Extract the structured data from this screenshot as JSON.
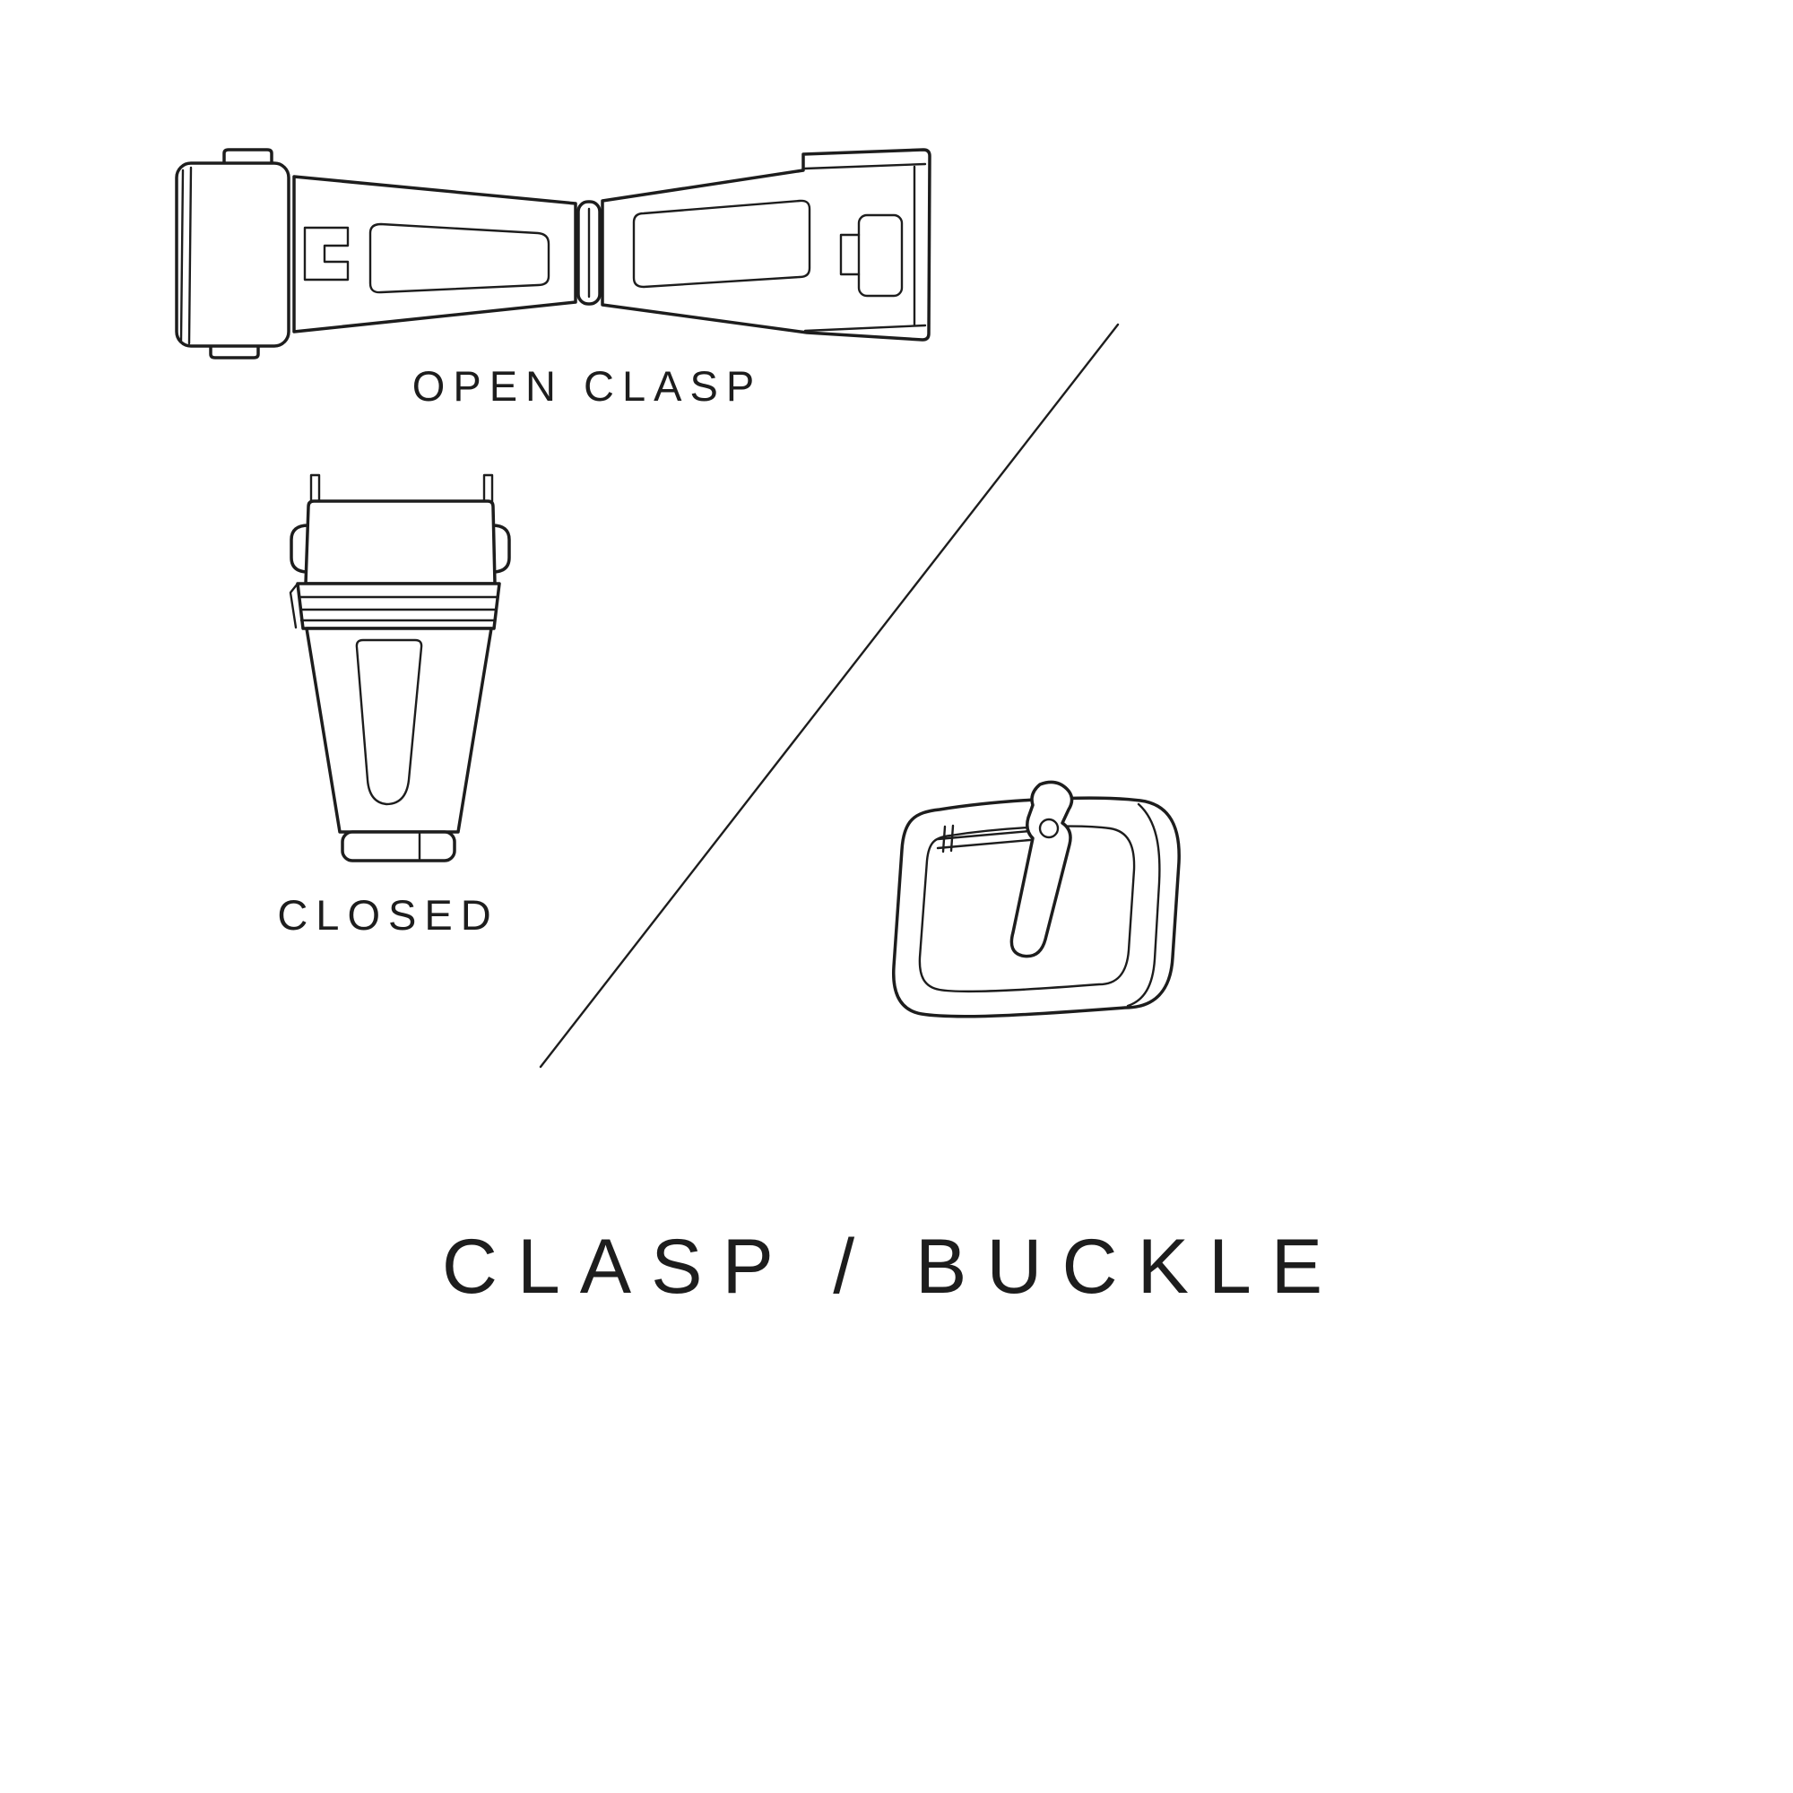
{
  "page": {
    "background": "#ffffff",
    "ink": "#1d1d1d"
  },
  "diagram": {
    "title": "CLASP / BUCKLE",
    "labels": {
      "open_clasp": "OPEN CLASP",
      "closed": "CLOSED"
    },
    "figures": [
      {
        "name": "open-clasp-illustration",
        "description": "deployant clasp shown open"
      },
      {
        "name": "closed-clasp-illustration",
        "description": "deployant clasp shown closed"
      },
      {
        "name": "tang-buckle-illustration",
        "description": "pin buckle"
      }
    ]
  }
}
